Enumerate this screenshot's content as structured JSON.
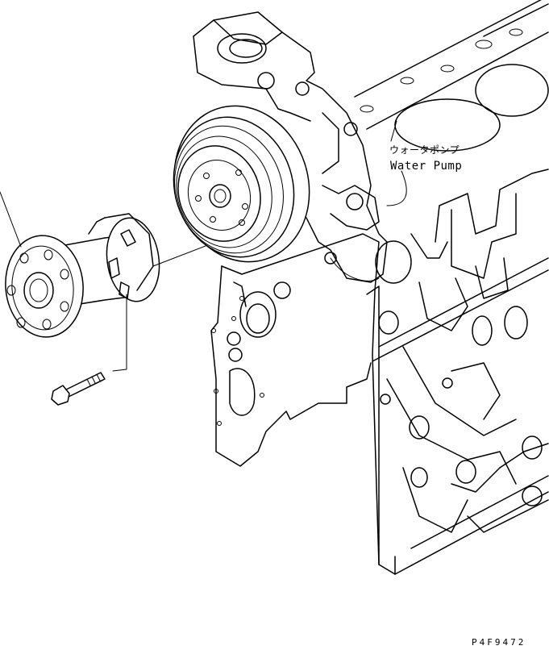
{
  "callout": {
    "name_jp": "ウォータポンプ",
    "name_en": "Water Pump"
  },
  "drawing_number": "P4F9472"
}
